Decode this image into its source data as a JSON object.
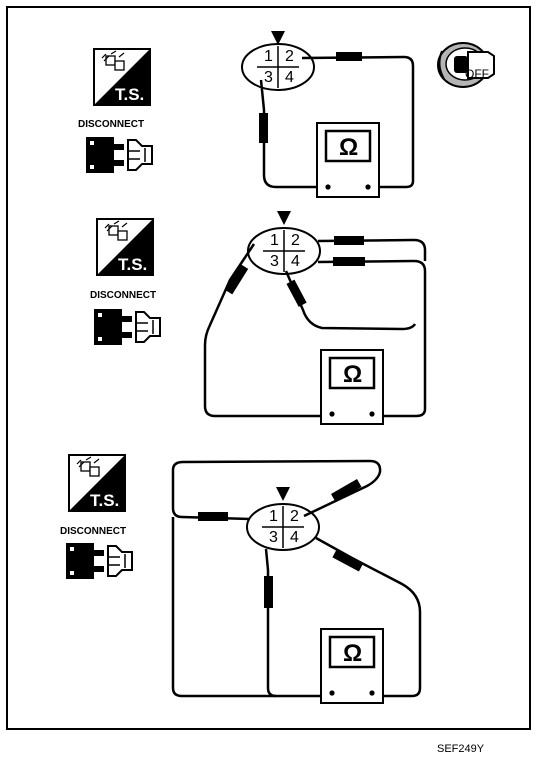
{
  "tool_badge": {
    "text": "T.S."
  },
  "disconnect_label": "DISCONNECT",
  "connector_pins": [
    "1",
    "2",
    "3",
    "4"
  ],
  "meter_symbol": "Ω",
  "ignition_state": "OFF",
  "figure_code": "SEF249Y",
  "colors": {
    "ink": "#000000",
    "paper": "#ffffff",
    "mid_gray": "#b5b5b5"
  }
}
